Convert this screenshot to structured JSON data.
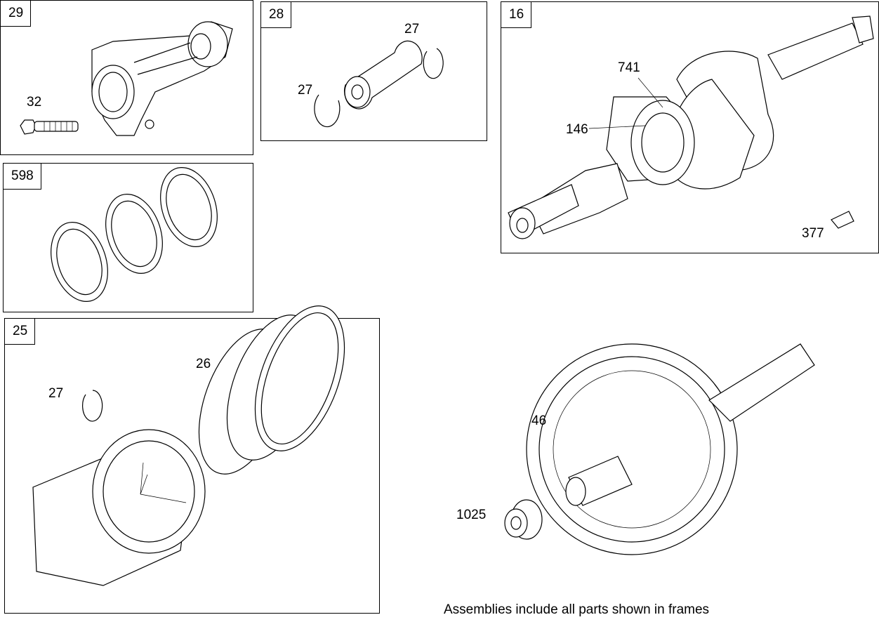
{
  "frames": {
    "f29": {
      "tag": "29",
      "callouts": {
        "bolt": "32"
      }
    },
    "f28": {
      "tag": "28",
      "callouts": {
        "clip_right": "27",
        "clip_left": "27"
      }
    },
    "f16": {
      "tag": "16",
      "callouts": {
        "gear": "741",
        "sprocket": "146",
        "key": "377"
      }
    },
    "f598": {
      "tag": "598"
    },
    "f25": {
      "tag": "25",
      "callouts": {
        "rings": "26",
        "clip": "27"
      }
    }
  },
  "loose_parts": {
    "camshaft": "46",
    "bushing": "1025"
  },
  "footnote": "Assemblies include all parts shown in frames"
}
